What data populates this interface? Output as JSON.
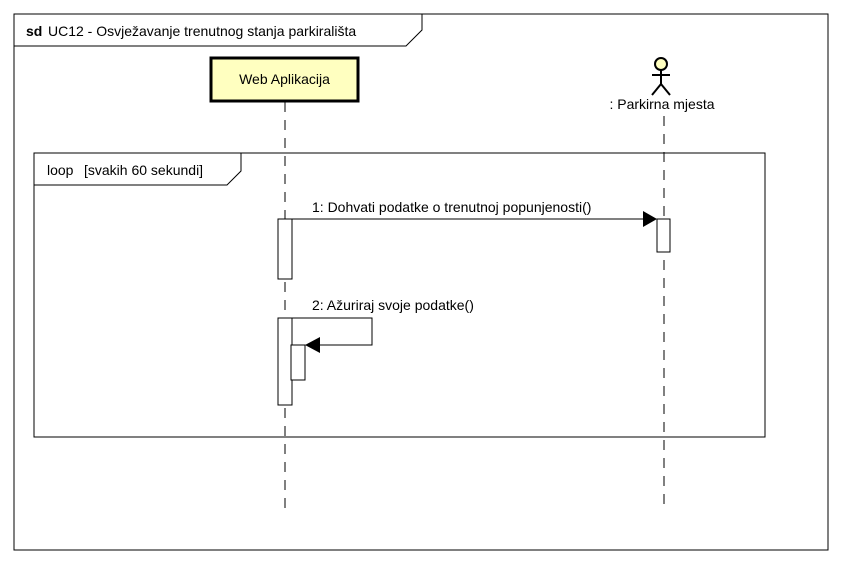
{
  "diagram": {
    "frame_keyword": "sd",
    "frame_title": "UC12 - Osvježavanje trenutnog stanja parkirališta",
    "colors": {
      "participant_fill": "#ffffc0",
      "stroke": "#000000",
      "background": "#ffffff"
    },
    "participants": [
      {
        "name": "Web Aplikacija",
        "kind": "box"
      },
      {
        "name": ": Parkirna mjesta",
        "kind": "actor",
        "icon": "stick-figure-actor-icon"
      }
    ],
    "fragment": {
      "operator": "loop",
      "guard": "[svakih 60 sekundi]"
    },
    "messages": [
      {
        "label": "1: Dohvati podatke o trenutnoj popunjenosti()",
        "from": "Web Aplikacija",
        "to": ": Parkirna mjesta"
      },
      {
        "label": "2: Ažuriraj svoje podatke()",
        "from": "Web Aplikacija",
        "to": "Web Aplikacija"
      }
    ]
  }
}
